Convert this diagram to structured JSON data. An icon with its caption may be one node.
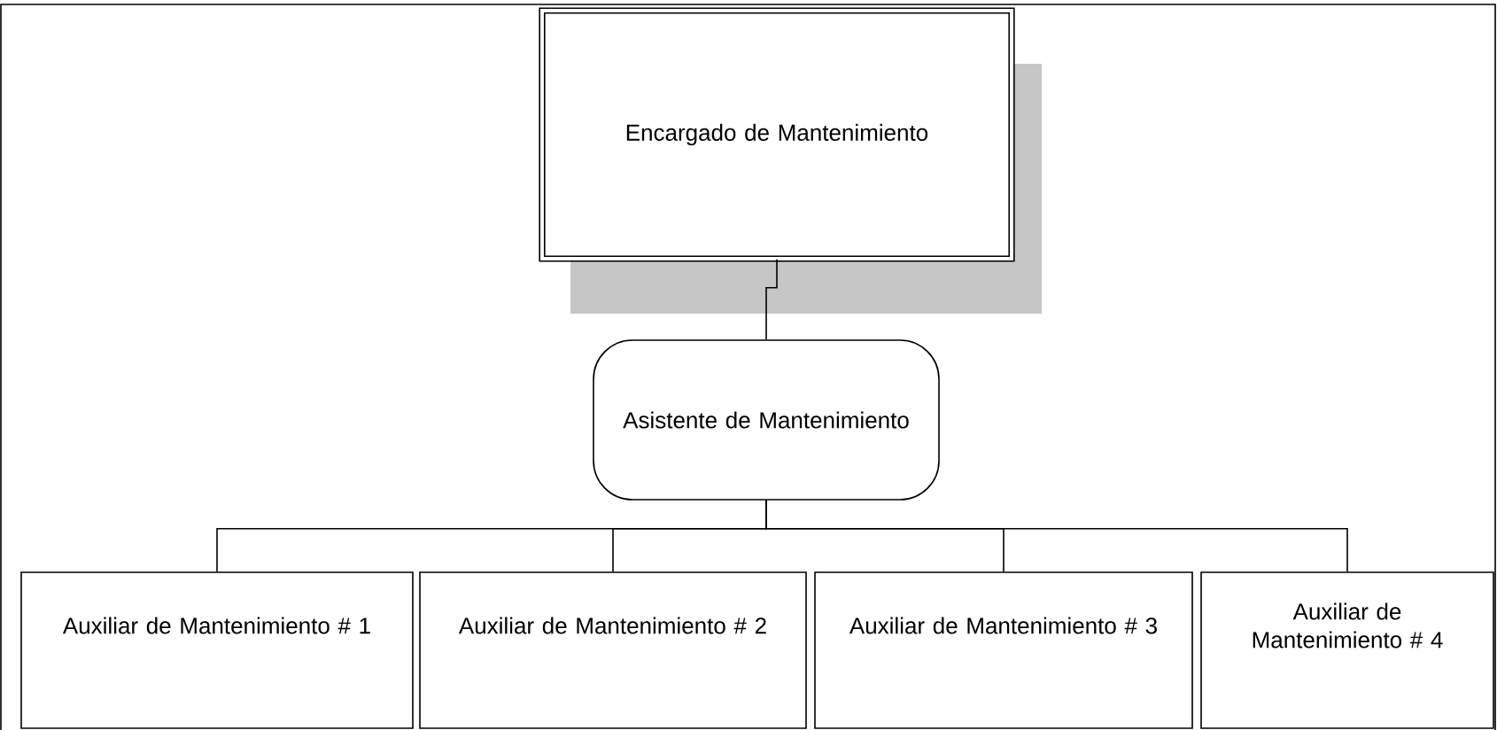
{
  "diagram": {
    "nodes": [
      {
        "text": [
          "Encargado de Mantenimiento"
        ]
      },
      {
        "text": [
          "Asistente de Mantenimiento"
        ]
      },
      {
        "text": [
          "Auxiliar de Mantenimiento # 1"
        ]
      },
      {
        "text": [
          "Auxiliar de Mantenimiento # 2"
        ]
      },
      {
        "text": [
          "Auxiliar de Mantenimiento # 3"
        ]
      },
      {
        "text": [
          "Auxiliar de Mantenimiento # 4"
        ]
      }
    ],
    "edges": [
      {
        "from": 0,
        "to": 1,
        "arrow": "none"
      },
      {
        "from": 1,
        "to": 2,
        "arrow": "none"
      },
      {
        "from": 1,
        "to": 3,
        "arrow": "none"
      },
      {
        "from": 1,
        "to": 4,
        "arrow": "none"
      },
      {
        "from": 1,
        "to": 5,
        "arrow": "none"
      }
    ]
  }
}
